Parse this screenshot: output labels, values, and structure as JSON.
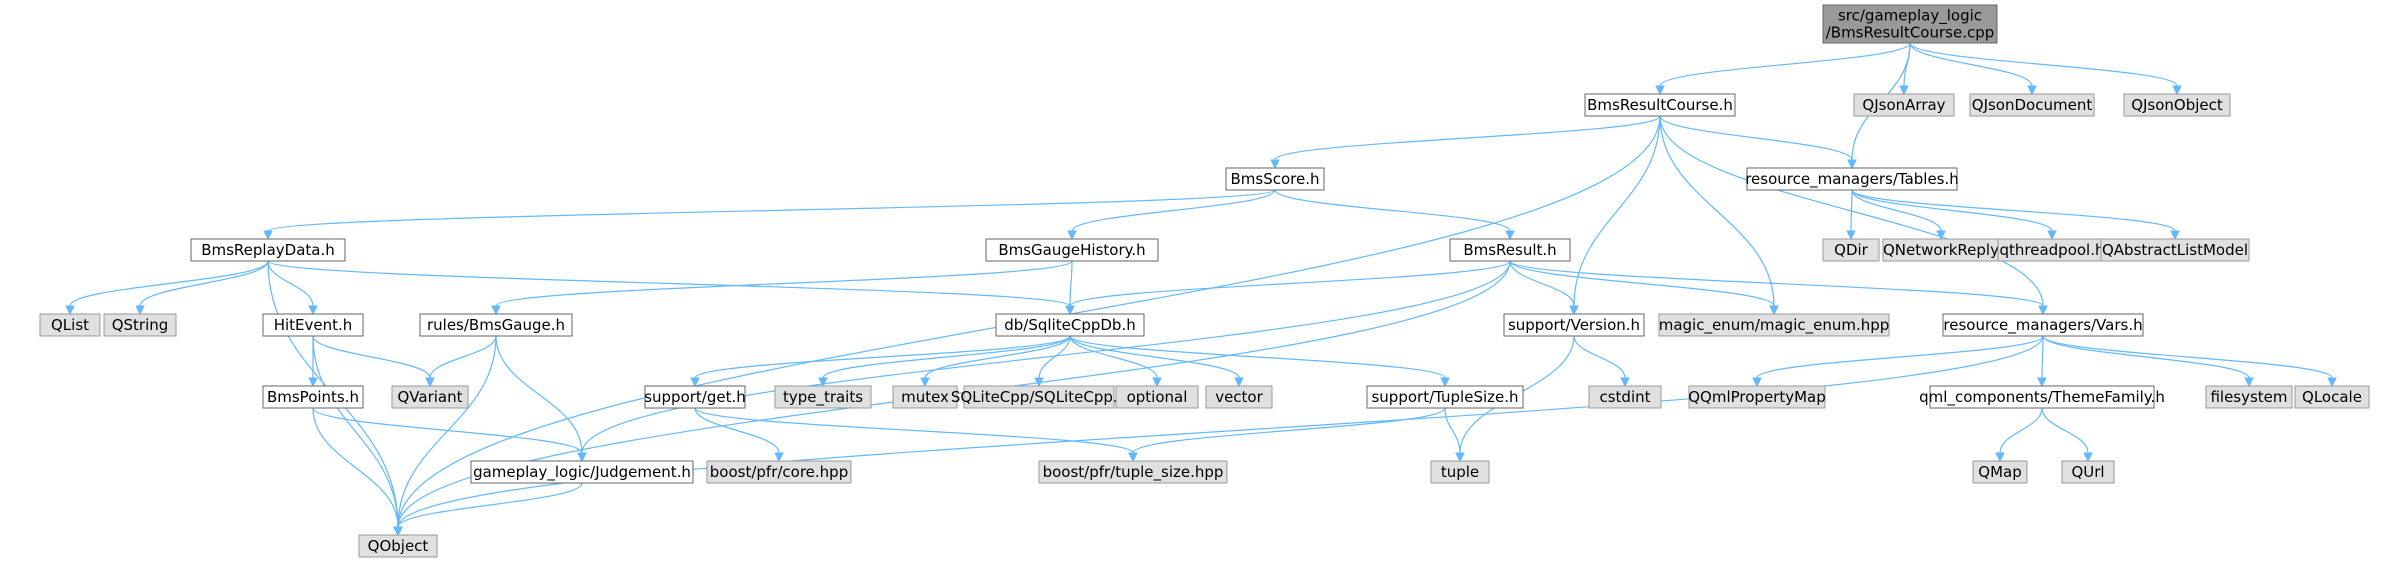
{
  "colors": {
    "root_fill": "#999999",
    "root_stroke": "#666666",
    "project_fill": "#ffffff",
    "project_stroke": "#666666",
    "external_fill": "#e0e0e0",
    "external_stroke": "#999999",
    "edge": "#63b8ff"
  },
  "nodes": [
    {
      "id": "root",
      "kind": "root",
      "lines": [
        "src/gameplay_logic",
        "/BmsResultCourse.cpp"
      ]
    },
    {
      "id": "bmsresultcourse_h",
      "kind": "project",
      "lines": [
        "BmsResultCourse.h"
      ]
    },
    {
      "id": "qjsonarray",
      "kind": "external",
      "lines": [
        "QJsonArray"
      ]
    },
    {
      "id": "qjsondocument",
      "kind": "external",
      "lines": [
        "QJsonDocument"
      ]
    },
    {
      "id": "qjsonobject",
      "kind": "external",
      "lines": [
        "QJsonObject"
      ]
    },
    {
      "id": "tables_h",
      "kind": "project",
      "lines": [
        "resource_managers/Tables.h"
      ]
    },
    {
      "id": "bmsscore_h",
      "kind": "project",
      "lines": [
        "BmsScore.h"
      ]
    },
    {
      "id": "qdir",
      "kind": "external",
      "lines": [
        "QDir"
      ]
    },
    {
      "id": "qnetworkreply",
      "kind": "external",
      "lines": [
        "QNetworkReply"
      ]
    },
    {
      "id": "qthreadpool_h",
      "kind": "external",
      "lines": [
        "qthreadpool.h"
      ]
    },
    {
      "id": "qabstractlistmodel",
      "kind": "external",
      "lines": [
        "QAbstractListModel"
      ]
    },
    {
      "id": "bmsreplaydata_h",
      "kind": "project",
      "lines": [
        "BmsReplayData.h"
      ]
    },
    {
      "id": "bmsgaugehistory_h",
      "kind": "project",
      "lines": [
        "BmsGaugeHistory.h"
      ]
    },
    {
      "id": "bmsresult_h",
      "kind": "project",
      "lines": [
        "BmsResult.h"
      ]
    },
    {
      "id": "qlist",
      "kind": "external",
      "lines": [
        "QList"
      ]
    },
    {
      "id": "qstring",
      "kind": "external",
      "lines": [
        "QString"
      ]
    },
    {
      "id": "hitevent_h",
      "kind": "project",
      "lines": [
        "HitEvent.h"
      ]
    },
    {
      "id": "bmsgauge_h",
      "kind": "project",
      "lines": [
        "rules/BmsGauge.h"
      ]
    },
    {
      "id": "sqlitecppdb_h",
      "kind": "project",
      "lines": [
        "db/SqliteCppDb.h"
      ]
    },
    {
      "id": "version_h",
      "kind": "project",
      "lines": [
        "support/Version.h"
      ]
    },
    {
      "id": "magic_enum_hpp",
      "kind": "external",
      "lines": [
        "magic_enum/magic_enum.hpp"
      ]
    },
    {
      "id": "vars_h",
      "kind": "project",
      "lines": [
        "resource_managers/Vars.h"
      ]
    },
    {
      "id": "qvariant",
      "kind": "external",
      "lines": [
        "QVariant"
      ]
    },
    {
      "id": "bmspoints_h",
      "kind": "project",
      "lines": [
        "BmsPoints.h"
      ]
    },
    {
      "id": "get_h",
      "kind": "project",
      "lines": [
        "support/get.h"
      ]
    },
    {
      "id": "type_traits",
      "kind": "external",
      "lines": [
        "type_traits"
      ]
    },
    {
      "id": "mutex",
      "kind": "external",
      "lines": [
        "mutex"
      ]
    },
    {
      "id": "sqlitecpp_h",
      "kind": "external",
      "lines": [
        "SQLiteCpp/SQLiteCpp.h"
      ]
    },
    {
      "id": "optional",
      "kind": "external",
      "lines": [
        "optional"
      ]
    },
    {
      "id": "vector",
      "kind": "external",
      "lines": [
        "vector"
      ]
    },
    {
      "id": "tuplesize_h",
      "kind": "project",
      "lines": [
        "support/TupleSize.h"
      ]
    },
    {
      "id": "cstdint",
      "kind": "external",
      "lines": [
        "cstdint"
      ]
    },
    {
      "id": "qqmlpropertymap",
      "kind": "external",
      "lines": [
        "QQmlPropertyMap"
      ]
    },
    {
      "id": "themefamily_h",
      "kind": "project",
      "lines": [
        "qml_components/ThemeFamily.h"
      ]
    },
    {
      "id": "filesystem",
      "kind": "external",
      "lines": [
        "filesystem"
      ]
    },
    {
      "id": "qlocale",
      "kind": "external",
      "lines": [
        "QLocale"
      ]
    },
    {
      "id": "judgement_h",
      "kind": "project",
      "lines": [
        "gameplay_logic/Judgement.h"
      ]
    },
    {
      "id": "pfr_core_hpp",
      "kind": "external",
      "lines": [
        "boost/pfr/core.hpp"
      ]
    },
    {
      "id": "pfr_tuple_size_hpp",
      "kind": "external",
      "lines": [
        "boost/pfr/tuple_size.hpp"
      ]
    },
    {
      "id": "tuple",
      "kind": "external",
      "lines": [
        "tuple"
      ]
    },
    {
      "id": "qmap",
      "kind": "external",
      "lines": [
        "QMap"
      ]
    },
    {
      "id": "qurl",
      "kind": "external",
      "lines": [
        "QUrl"
      ]
    },
    {
      "id": "qobject",
      "kind": "external",
      "lines": [
        "QObject"
      ]
    }
  ],
  "edges": [
    [
      "root",
      "bmsresultcourse_h"
    ],
    [
      "root",
      "qjsonarray"
    ],
    [
      "root",
      "qjsondocument"
    ],
    [
      "root",
      "qjsonobject"
    ],
    [
      "root",
      "tables_h"
    ],
    [
      "bmsresultcourse_h",
      "qobject"
    ],
    [
      "bmsresultcourse_h",
      "bmsscore_h"
    ],
    [
      "bmsresultcourse_h",
      "tables_h"
    ],
    [
      "bmsresultcourse_h",
      "version_h"
    ],
    [
      "bmsresultcourse_h",
      "magic_enum_hpp"
    ],
    [
      "bmsresultcourse_h",
      "vars_h"
    ],
    [
      "tables_h",
      "qdir"
    ],
    [
      "tables_h",
      "qnetworkreply"
    ],
    [
      "tables_h",
      "qthreadpool_h"
    ],
    [
      "tables_h",
      "qabstractlistmodel"
    ],
    [
      "bmsscore_h",
      "bmsreplaydata_h"
    ],
    [
      "bmsscore_h",
      "bmsgaugehistory_h"
    ],
    [
      "bmsscore_h",
      "bmsresult_h"
    ],
    [
      "bmsreplaydata_h",
      "qlist"
    ],
    [
      "bmsreplaydata_h",
      "qstring"
    ],
    [
      "bmsreplaydata_h",
      "hitevent_h"
    ],
    [
      "bmsreplaydata_h",
      "qobject"
    ],
    [
      "bmsreplaydata_h",
      "sqlitecppdb_h"
    ],
    [
      "bmsgaugehistory_h",
      "bmsgauge_h"
    ],
    [
      "bmsgaugehistory_h",
      "sqlitecppdb_h"
    ],
    [
      "bmsresult_h",
      "sqlitecppdb_h"
    ],
    [
      "bmsresult_h",
      "version_h"
    ],
    [
      "bmsresult_h",
      "magic_enum_hpp"
    ],
    [
      "bmsresult_h",
      "vars_h"
    ],
    [
      "bmsresult_h",
      "judgement_h"
    ],
    [
      "bmsresult_h",
      "qobject"
    ],
    [
      "hitevent_h",
      "qvariant"
    ],
    [
      "hitevent_h",
      "bmspoints_h"
    ],
    [
      "hitevent_h",
      "qobject"
    ],
    [
      "bmsgauge_h",
      "qvariant"
    ],
    [
      "bmsgauge_h",
      "judgement_h"
    ],
    [
      "bmsgauge_h",
      "qobject"
    ],
    [
      "sqlitecppdb_h",
      "get_h"
    ],
    [
      "sqlitecppdb_h",
      "type_traits"
    ],
    [
      "sqlitecppdb_h",
      "mutex"
    ],
    [
      "sqlitecppdb_h",
      "sqlitecpp_h"
    ],
    [
      "sqlitecppdb_h",
      "optional"
    ],
    [
      "sqlitecppdb_h",
      "vector"
    ],
    [
      "sqlitecppdb_h",
      "tuplesize_h"
    ],
    [
      "version_h",
      "cstdint"
    ],
    [
      "version_h",
      "tuple"
    ],
    [
      "vars_h",
      "qqmlpropertymap"
    ],
    [
      "vars_h",
      "themefamily_h"
    ],
    [
      "vars_h",
      "filesystem"
    ],
    [
      "vars_h",
      "qlocale"
    ],
    [
      "vars_h",
      "qobject"
    ],
    [
      "bmspoints_h",
      "judgement_h"
    ],
    [
      "bmspoints_h",
      "qobject"
    ],
    [
      "get_h",
      "pfr_core_hpp"
    ],
    [
      "get_h",
      "pfr_tuple_size_hpp"
    ],
    [
      "tuplesize_h",
      "pfr_tuple_size_hpp"
    ],
    [
      "tuplesize_h",
      "tuple"
    ],
    [
      "themefamily_h",
      "qmap"
    ],
    [
      "themefamily_h",
      "qurl"
    ],
    [
      "judgement_h",
      "qobject"
    ]
  ]
}
